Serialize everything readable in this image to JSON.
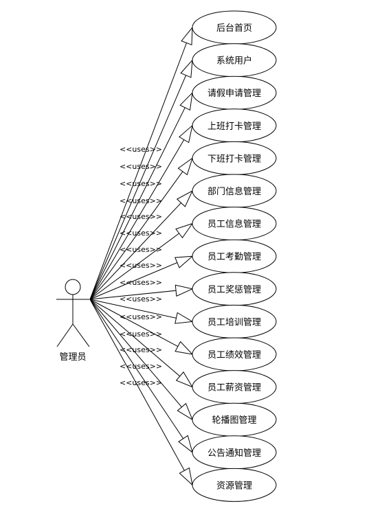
{
  "actor": {
    "label": "管理员"
  },
  "relation_label": "<<uses>>",
  "use_cases": [
    "后台首页",
    "系统用户",
    "请假申请管理",
    "上班打卡管理",
    "下班打卡管理",
    "部门信息管理",
    "员工信息管理",
    "员工考勤管理",
    "员工奖惩管理",
    "员工培训管理",
    "员工绩效管理",
    "员工薪资管理",
    "轮播图管理",
    "公告通知管理",
    "资源管理"
  ]
}
